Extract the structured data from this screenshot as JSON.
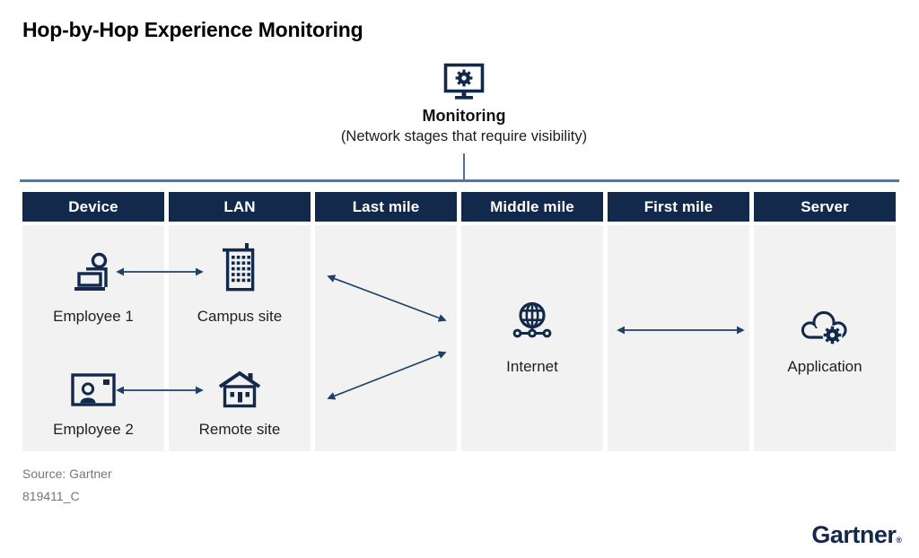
{
  "title": "Hop-by-Hop Experience Monitoring",
  "monitoring": {
    "icon": "monitor-gear-icon",
    "label": "Monitoring",
    "subtitle": "(Network stages that require visibility)"
  },
  "columns": [
    {
      "header": "Device",
      "items": [
        {
          "icon": "person-laptop-icon",
          "label": "Employee 1"
        },
        {
          "icon": "video-call-icon",
          "label": "Employee 2"
        }
      ]
    },
    {
      "header": "LAN",
      "items": [
        {
          "icon": "building-icon",
          "label": "Campus site"
        },
        {
          "icon": "house-icon",
          "label": "Remote site"
        }
      ]
    },
    {
      "header": "Last mile",
      "items": []
    },
    {
      "header": "Middle mile",
      "items": [
        {
          "icon": "globe-network-icon",
          "label": "Internet"
        }
      ]
    },
    {
      "header": "First mile",
      "items": []
    },
    {
      "header": "Server",
      "items": [
        {
          "icon": "cloud-gear-icon",
          "label": "Application"
        }
      ]
    }
  ],
  "connectors": [
    {
      "name": "employee1-campus",
      "type": "bidirectional-arrow"
    },
    {
      "name": "employee2-remote",
      "type": "bidirectional-arrow"
    },
    {
      "name": "last-mile-upper",
      "type": "bidirectional-arrow"
    },
    {
      "name": "last-mile-lower",
      "type": "bidirectional-arrow"
    },
    {
      "name": "first-mile",
      "type": "bidirectional-arrow"
    }
  ],
  "footer": {
    "source": "Source: Gartner",
    "document_id": "819411_C",
    "logo": "Gartner",
    "logo_mark": "®"
  },
  "colors": {
    "navy": "#13294b",
    "arrow": "#1e4169",
    "panel_gray": "#f2f2f2",
    "divider_blue": "#5a7696",
    "source_gray": "#74777a"
  }
}
